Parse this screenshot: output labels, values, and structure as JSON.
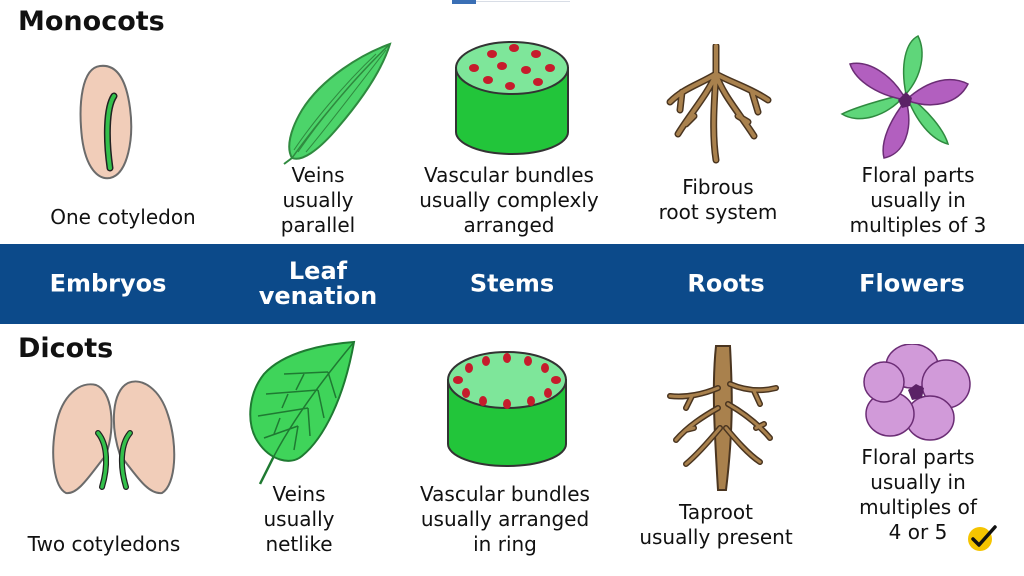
{
  "sections": {
    "monocots": "Monocots",
    "dicots": "Dicots"
  },
  "categories": [
    "Embryos",
    "Leaf\nvenation",
    "Stems",
    "Roots",
    "Flowers"
  ],
  "monocots": [
    "One cotyledon",
    "Veins\nusually\nparallel",
    "Vascular bundles\nusually complexly\narranged",
    "Fibrous\nroot system",
    "Floral parts\nusually in\nmultiples of 3"
  ],
  "dicots": [
    "Two cotyledons",
    "Veins\nusually\nnetlike",
    "Vascular bundles\nusually arranged\nin ring",
    "Taproot\nusually present",
    "Floral parts\nusually in\nmultiples of\n4 or 5"
  ],
  "colors": {
    "band": "#0c4a8a",
    "seed": "#f1cdb9",
    "leaf": "#4cd46a",
    "stem": "#22c53a",
    "bundle": "#c61c2c",
    "root": "#a9814d",
    "flower_mono": "#b25fbf",
    "flower_dicot": "#d19ad9"
  },
  "icons": [
    "seed-icon",
    "parallel-leaf-icon",
    "monocot-stem-icon",
    "fibrous-root-icon",
    "monocot-flower-icon",
    "dicot-seed-icon",
    "netlike-leaf-icon",
    "dicot-stem-icon",
    "taproot-icon",
    "dicot-flower-icon",
    "checkmark-icon"
  ]
}
